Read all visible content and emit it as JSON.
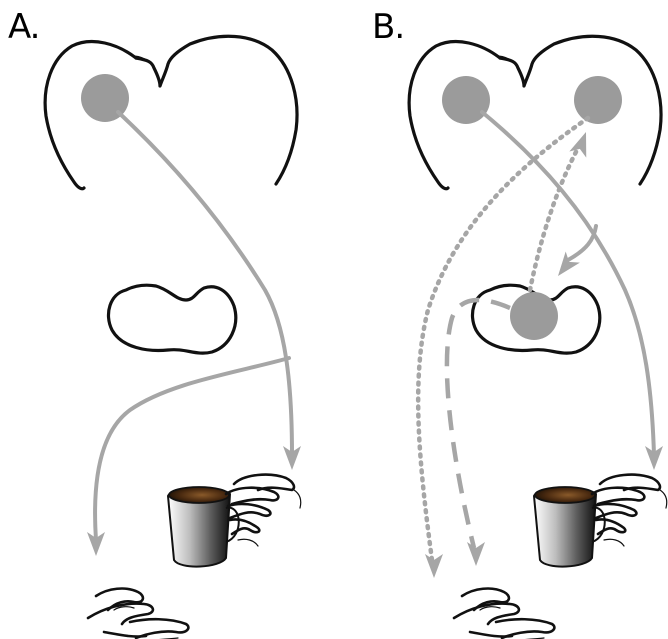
{
  "panels": [
    {
      "label": "A."
    },
    {
      "label": "B."
    }
  ],
  "colors": {
    "pathway": "#a6a6a6",
    "node": "#9b9b9b",
    "outline": "#111111",
    "background": "#ffffff"
  },
  "icons": [
    "cortex-outline",
    "thalamus-outline",
    "coffee-mug",
    "grasping-hand",
    "open-hand"
  ]
}
